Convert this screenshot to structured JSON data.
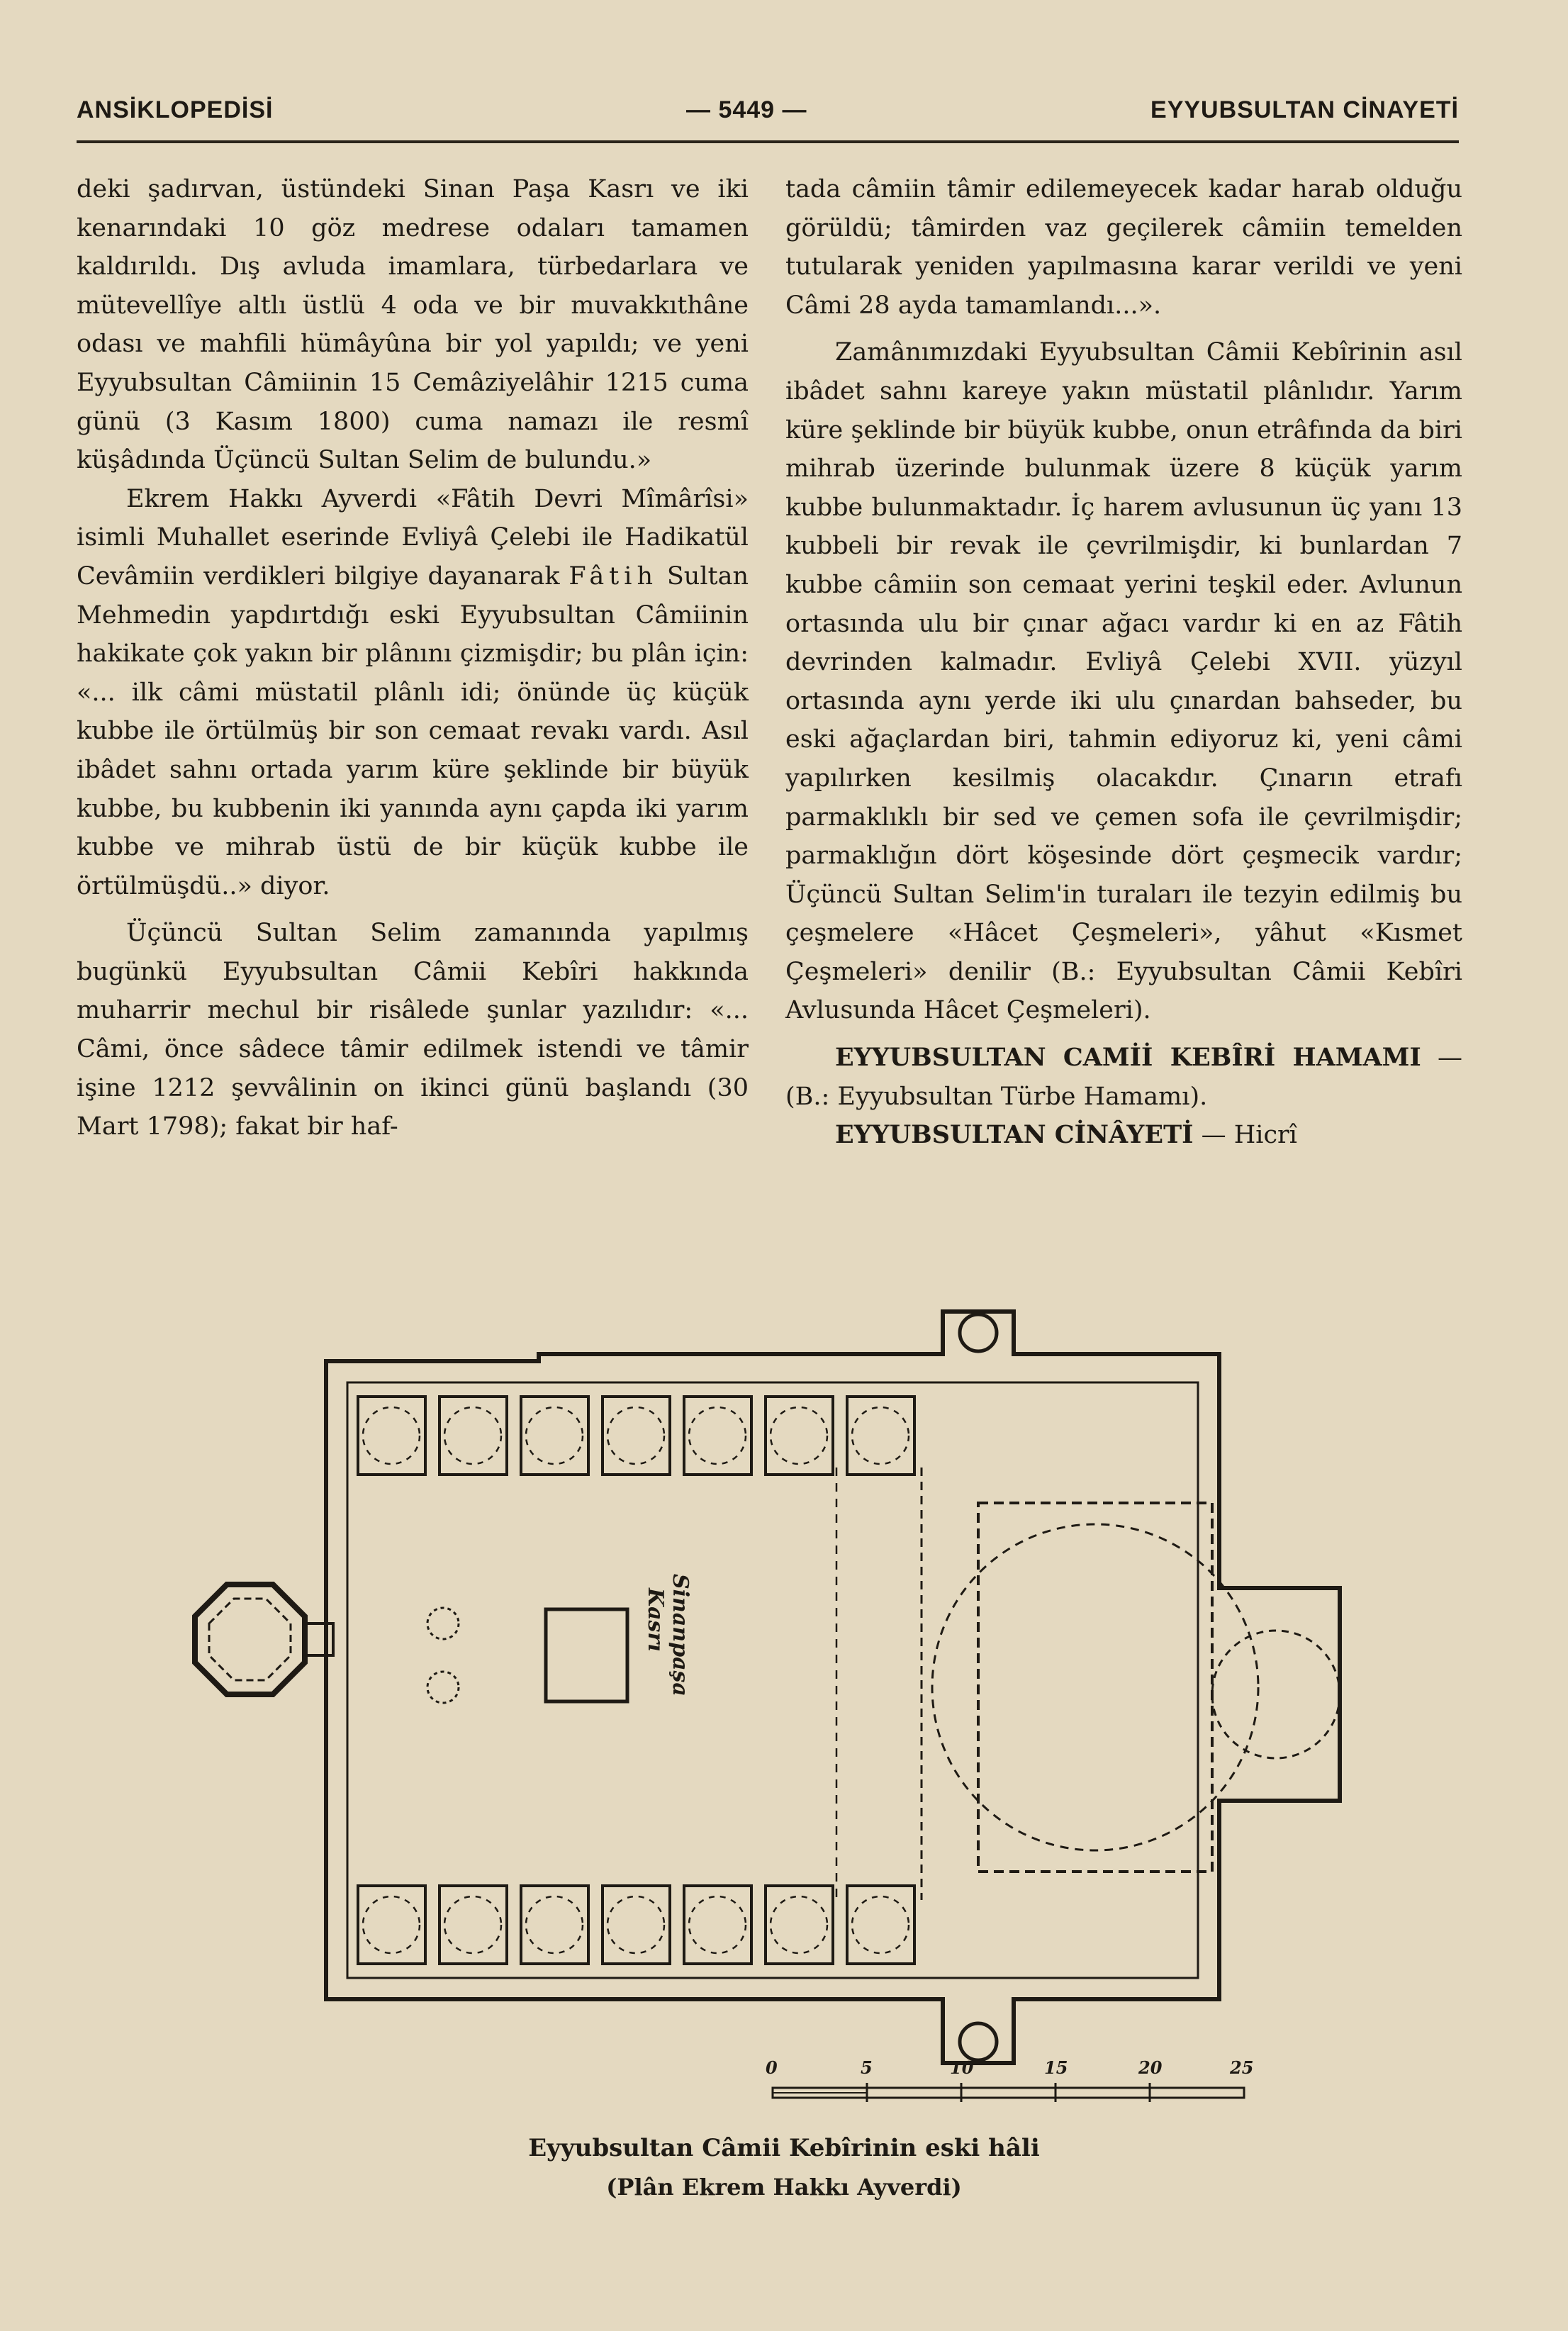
{
  "header": {
    "left": "ANSİKLOPEDİSİ",
    "page_number": "— 5449 —",
    "right": "EYYUBSULTAN CİNAYETİ"
  },
  "left_column": {
    "p1": "deki şadırvan, üstündeki Sinan Paşa Kasrı ve iki kenarındaki 10 göz medrese odaları tamamen kaldırıldı. Dış avluda imamlara, türbedarlara ve mütevellîye altlı üstlü 4 oda ve bir muvakkıthâne odası ve mahfili hümâyûna bir yol yapıldı; ve yeni Eyyubsultan Câmiinin 15 Cemâziyelâhir 1215 cuma günü (3 Kasım 1800) cuma namazı ile resmî küşâdında Üçüncü Sultan Selim de bulundu.»",
    "p2_before": "Ekrem Hakkı Ayverdi «Fâtih Devri Mîmârîsi» isimli Muhallet eserinde Evliyâ Çelebi ile Hadikatül Cevâmiin verdikleri bilgiye dayanarak",
    "p2_spaced": "Fâtih",
    "p2_after": "Sultan Mehmedin yapdırtdığı eski Eyyubsultan Câmiinin hakikate çok yakın bir plânını çizmişdir; bu plân için: «... ilk câmi müstatil plânlı idi; önünde üç küçük kubbe ile örtülmüş bir son cemaat revakı vardı. Asıl ibâdet sahnı ortada yarım küre şeklinde bir büyük kubbe, bu kubbenin iki yanında aynı çapda iki yarım kubbe ve mihrab üstü de bir küçük kubbe ile örtülmüşdü..» diyor.",
    "p3": "Üçüncü Sultan Selim zamanında yapılmış bugünkü Eyyubsultan Câmii Kebîri hakkında muharrir mechul bir risâlede şunlar yazılıdır: «... Câmi, önce sâdece tâmir edilmek istendi ve tâmir işine 1212 şevvâlinin on ikinci günü başlandı (30 Mart 1798); fakat bir haf-"
  },
  "right_column": {
    "p1": "tada câmiin tâmir edilemeyecek kadar harab olduğu görüldü; tâmirden vaz geçilerek câmiin temelden tutularak yeniden yapılmasına karar verildi ve yeni Câmi 28 ayda tamamlandı...».",
    "p2": "Zamânımızdaki Eyyubsultan Câmii Kebîrinin asıl ibâdet sahnı kareye yakın müstatil plânlıdır. Yarım küre şeklinde bir büyük kubbe, onun etrâfında da biri mihrab üzerinde bulunmak üzere 8 küçük yarım kubbe bulunmaktadır. İç harem avlusunun üç yanı 13 kubbeli bir revak ile çevrilmişdir, ki bunlardan 7 kubbe câmiin son cemaat yerini teşkil eder. Avlunun ortasında ulu bir çınar ağacı vardır ki en az Fâtih devrinden kalmadır. Evliyâ Çelebi XVII. yüzyıl ortasında aynı yerde iki ulu çınardan bahseder, bu eski ağaçlardan biri, tahmin ediyoruz ki, yeni câmi yapılırken kesilmiş olacakdır. Çınarın etrafı parmaklıklı bir sed ve çemen sofa ile çevrilmişdir; parmaklığın dört köşesinde dört çeşmecik vardır; Üçüncü Sultan Selim'in turaları ile tezyin edilmiş bu çeşmelere «Hâcet Çeşmeleri», yâhut «Kısmet Çeşmeleri» denilir (B.: Eyyubsultan Câmii Kebîri Avlusunda Hâcet Çeşmeleri).",
    "entry1_head": "EYYUBSULTAN CAMİİ KEBÎRİ HAMAMI",
    "entry1_rest": " — (B.: Eyyubsultan Türbe Hamamı).",
    "entry2_head": "EYYUBSULTAN CİNÂYETİ",
    "entry2_rest": " — Hicrî"
  },
  "plan": {
    "label_line1": "Sinanpaşa",
    "label_line2": "Kasrı",
    "scale_labels": [
      "0",
      "5",
      "10",
      "15",
      "20",
      "25"
    ]
  },
  "caption": {
    "line1": "Eyyubsultan Câmii Kebîrinin eski hâli",
    "line2": "(Plân Ekrem Hakkı Ayverdi)"
  }
}
